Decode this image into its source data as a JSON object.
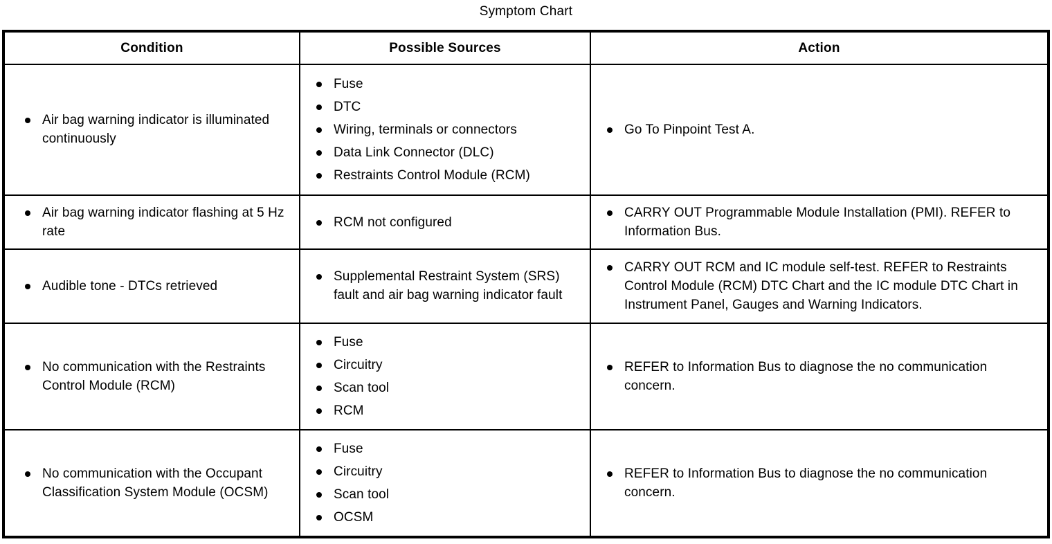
{
  "title": "Symptom Chart",
  "table": {
    "columns": [
      {
        "key": "condition",
        "header": "Condition"
      },
      {
        "key": "sources",
        "header": "Possible Sources"
      },
      {
        "key": "action",
        "header": "Action"
      }
    ],
    "rows": [
      {
        "condition": [
          "Air bag warning indicator is illuminated continuously"
        ],
        "sources": [
          "Fuse",
          "DTC",
          "Wiring, terminals or connectors",
          "Data Link Connector (DLC)",
          "Restraints Control Module (RCM)"
        ],
        "action": [
          "Go To Pinpoint Test A."
        ]
      },
      {
        "condition": [
          "Air bag warning indicator flashing at 5 Hz rate"
        ],
        "sources": [
          "RCM not configured"
        ],
        "action": [
          "CARRY OUT Programmable Module Installation (PMI). REFER to Information Bus."
        ]
      },
      {
        "condition": [
          "Audible tone - DTCs retrieved"
        ],
        "sources": [
          "Supplemental Restraint System (SRS) fault and air bag warning indicator fault"
        ],
        "action": [
          "CARRY OUT RCM and IC module self-test. REFER to Restraints Control Module (RCM) DTC Chart and the IC module DTC Chart in Instrument Panel, Gauges and Warning Indicators."
        ]
      },
      {
        "condition": [
          "No communication with the Restraints Control Module (RCM)"
        ],
        "sources": [
          "Fuse",
          "Circuitry",
          "Scan tool",
          "RCM"
        ],
        "action": [
          "REFER to Information Bus to diagnose the no communication concern."
        ]
      },
      {
        "condition": [
          "No communication with the Occupant Classification System Module (OCSM)"
        ],
        "sources": [
          "Fuse",
          "Circuitry",
          "Scan tool",
          "OCSM"
        ],
        "action": [
          "REFER to Information Bus to diagnose the no communication concern."
        ]
      }
    ]
  },
  "colors": {
    "border": "#000000",
    "text": "#000000",
    "background": "#ffffff"
  }
}
